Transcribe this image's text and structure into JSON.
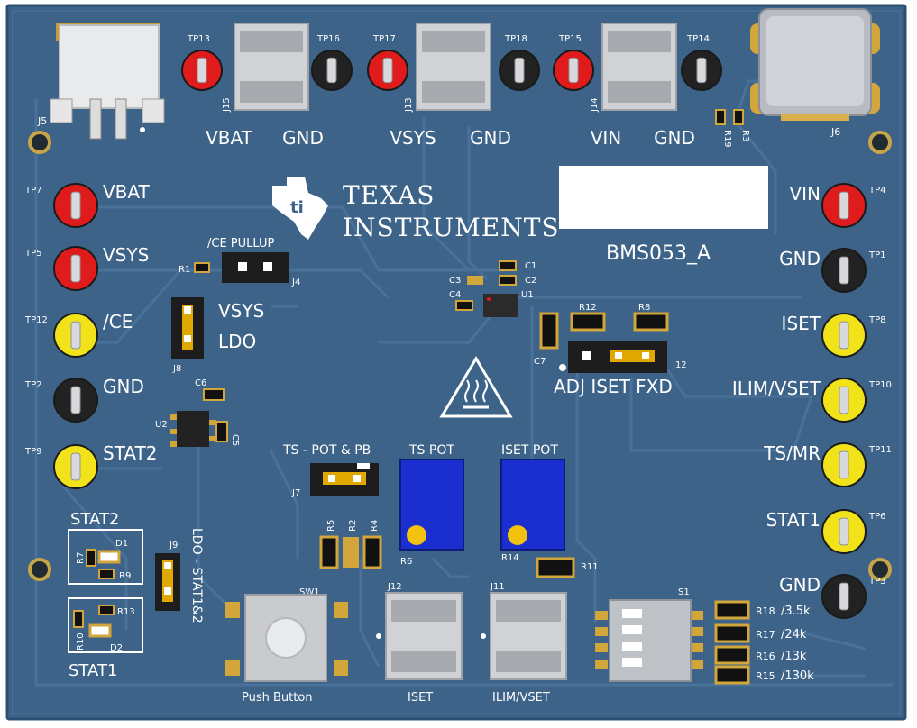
{
  "colors": {
    "board": "#3d6389",
    "board_edge": "#2f5277",
    "trace": "#4a7199",
    "silk": "#ffffff",
    "tp_red": "#e01b1b",
    "tp_black": "#222222",
    "tp_yellow": "#f2e21a",
    "pot_blue": "#1b2fd1",
    "pot_knob": "#f2c20f",
    "jumper_gold": "#e0a800"
  },
  "logo": {
    "line1": "Texas",
    "line2": "Instruments"
  },
  "board_name": "BMS053_A",
  "top_testpoints": [
    {
      "id": "TP13",
      "net": "VBAT",
      "color": "red"
    },
    {
      "id": "TP16",
      "net": "GND",
      "color": "black"
    },
    {
      "id": "TP17",
      "net": "VSYS",
      "color": "red"
    },
    {
      "id": "TP18",
      "net": "GND",
      "color": "black"
    },
    {
      "id": "TP15",
      "net": "VIN",
      "color": "red"
    },
    {
      "id": "TP14",
      "net": "GND",
      "color": "black"
    }
  ],
  "top_connectors": [
    "J15",
    "J13",
    "J14"
  ],
  "left_testpoints": [
    {
      "id": "TP7",
      "net": "VBAT",
      "color": "red"
    },
    {
      "id": "TP5",
      "net": "VSYS",
      "color": "red"
    },
    {
      "id": "TP12",
      "net": "/CE",
      "color": "yellow"
    },
    {
      "id": "TP2",
      "net": "GND",
      "color": "black"
    },
    {
      "id": "TP9",
      "net": "STAT2",
      "color": "yellow"
    }
  ],
  "right_testpoints": [
    {
      "id": "TP4",
      "net": "VIN",
      "color": "red"
    },
    {
      "id": "TP1",
      "net": "GND",
      "color": "black"
    },
    {
      "id": "TP8",
      "net": "ISET",
      "color": "yellow"
    },
    {
      "id": "TP10",
      "net": "ILIM/VSET",
      "color": "yellow"
    },
    {
      "id": "TP11",
      "net": "TS/MR",
      "color": "yellow"
    },
    {
      "id": "TP6",
      "net": "STAT1",
      "color": "yellow"
    },
    {
      "id": "TP3",
      "net": "GND",
      "color": "black"
    }
  ],
  "labels": {
    "j5": "J5",
    "j6": "J6",
    "r19": "R19",
    "r3": "R3",
    "ce_pullup": "/CE PULLUP",
    "r1": "R1",
    "j4": "J4",
    "j8_vsys": "VSYS",
    "j8_ldo": "LDO",
    "j8": "J8",
    "c6": "C6",
    "u2": "U2",
    "c5": "C5",
    "c1": "C1",
    "c2": "C2",
    "c3": "C3",
    "c4": "C4",
    "u1": "U1",
    "r12": "R12",
    "r8": "R8",
    "c7": "C7",
    "j12_top": "J12",
    "adj_iset_fxd": "ADJ ISET FXD",
    "ts_pot_pb": "TS - POT & PB",
    "ts_pot": "TS POT",
    "iset_pot": "ISET POT",
    "j7": "J7",
    "r6": "R6",
    "r14": "R14",
    "r11": "R11",
    "r5": "R5",
    "r2": "R2",
    "r4": "R4",
    "stat2_led": "STAT2",
    "stat1_led": "STAT1",
    "d1": "D1",
    "d2": "D2",
    "r7": "R7",
    "r9": "R9",
    "r13": "R13",
    "r10": "R10",
    "j9": "J9",
    "ldo_stat": "LDO - STAT1&2",
    "sw1": "SW1",
    "push_button": "Push Button",
    "j12_bottom": "J12",
    "j11": "J11",
    "iset_bottom": "ISET",
    "ilim_vset_bottom": "ILIM/VSET",
    "s1": "S1"
  },
  "dip_resistors": [
    {
      "ref": "R18",
      "value": "/3.5k"
    },
    {
      "ref": "R17",
      "value": "/24k"
    },
    {
      "ref": "R16",
      "value": "/13k"
    },
    {
      "ref": "R15",
      "value": "/130k"
    }
  ]
}
